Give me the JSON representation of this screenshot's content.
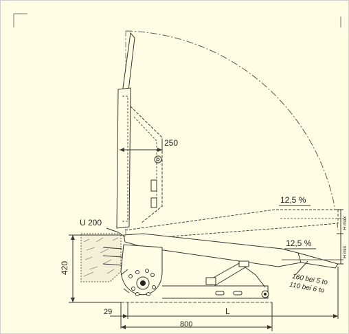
{
  "drawing": {
    "background_color": "#fffde3",
    "line_color": "#3a3a3a",
    "labels": {
      "dim_250": "250",
      "weld_u200": "U 200",
      "slope_upper": "12,5 %",
      "slope_lower": "12,5 %",
      "h_max": "H max",
      "h_min": "H min",
      "dim_420": "420",
      "load_5t": "160 bei 5 to",
      "load_6t": "110 bei 6 to",
      "dim_29": "29",
      "dim_L": "L",
      "dim_800": "800"
    }
  }
}
